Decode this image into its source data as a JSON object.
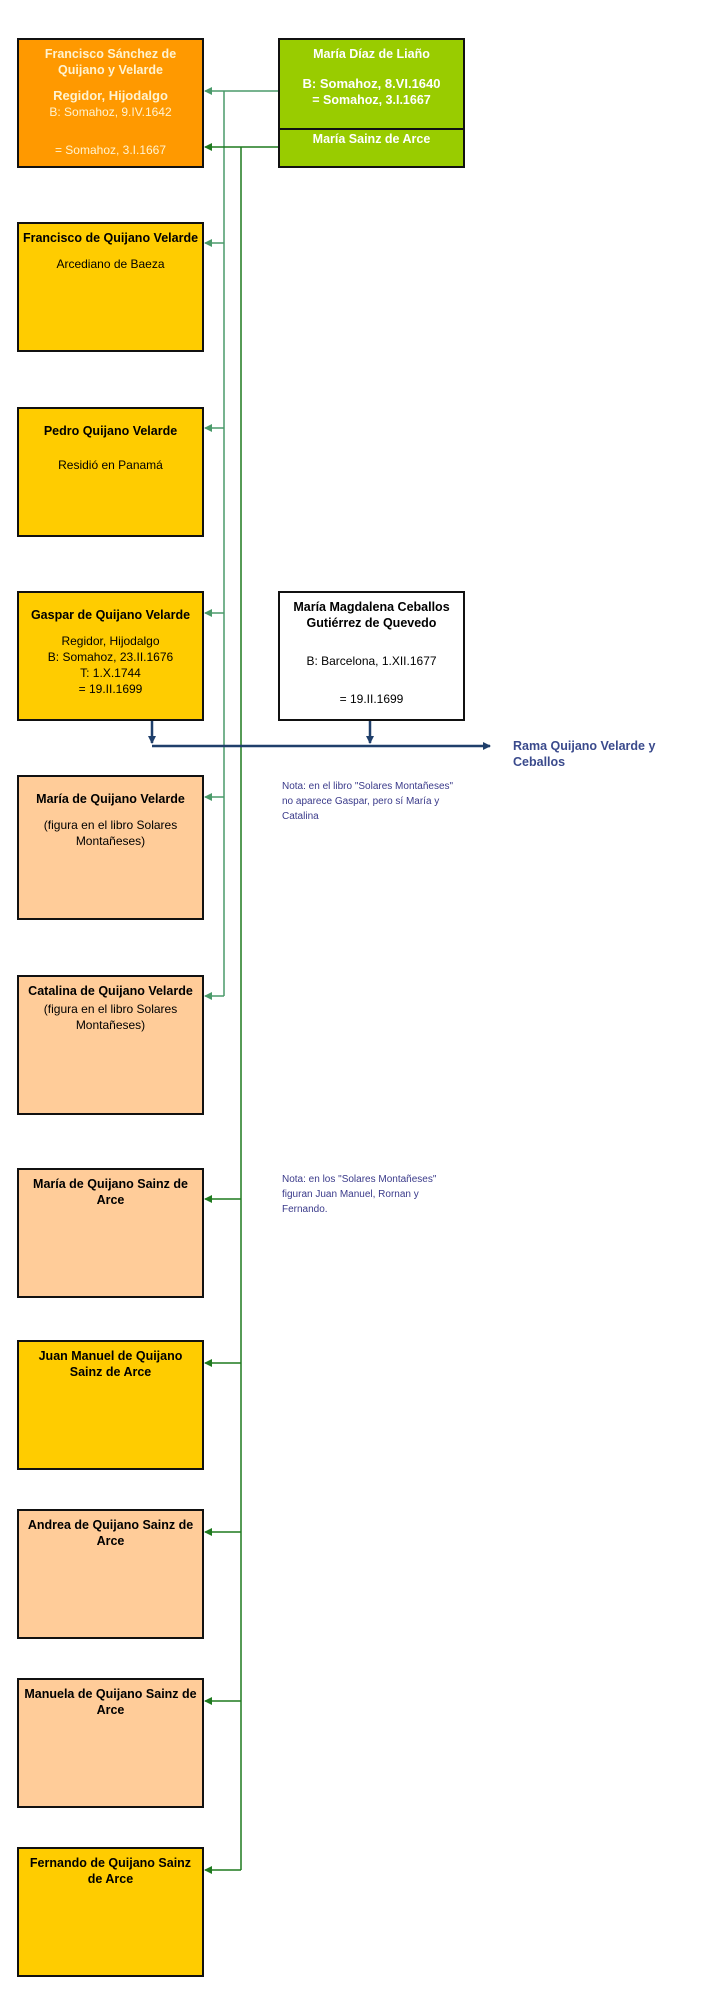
{
  "parents": {
    "father": {
      "name": "Francisco Sánchez de Quijano y Velarde",
      "title": "Regidor, Hijodalgo",
      "birth": "B: Somahoz, 9.IV.1642",
      "marriage": "= Somahoz, 3.I.1667"
    },
    "mother1": {
      "name": "María Díaz de Liaño",
      "birth": "B: Somahoz, 8.VI.1640",
      "marriage": "= Somahoz, 3.I.1667"
    },
    "mother2": {
      "name": "María Sainz de Arce"
    }
  },
  "children": [
    {
      "name": "Francisco de Quijano Velarde",
      "details": [
        "Arcediano de Baeza"
      ]
    },
    {
      "name": "Pedro Quijano Velarde",
      "details": [
        "Residió en Panamá"
      ]
    },
    {
      "name": "Gaspar de Quijano Velarde",
      "details": [
        "Regidor, Hijodalgo",
        "B: Somahoz, 23.II.1676",
        "T: 1.X.1744",
        "= 19.II.1699"
      ]
    },
    {
      "name": "María de Quijano Velarde",
      "details": [
        "(figura en el libro Solares Montañeses)"
      ]
    },
    {
      "name": "Catalina de Quijano Velarde",
      "details": [
        "(figura en el libro Solares Montañeses)"
      ]
    },
    {
      "name": "María de Quijano Sainz de Arce",
      "details": []
    },
    {
      "name": "Juan Manuel de Quijano Sainz de Arce",
      "details": []
    },
    {
      "name": "Andrea de Quijano Sainz de Arce",
      "details": []
    },
    {
      "name": "Manuela de Quijano Sainz de Arce",
      "details": []
    },
    {
      "name": "Fernando de Quijano Sainz de Arce",
      "details": []
    }
  ],
  "spouse": {
    "name": "María Magdalena Ceballos Gutiérrez de Quevedo",
    "birth": "B: Barcelona, 1.XII.1677",
    "marriage": "= 19.II.1699"
  },
  "branch_label": "Rama Quijano Velarde y Ceballos",
  "notes": {
    "note1": "Nota: en el libro \"Solares Montañeses\" no aparece Gaspar, pero sí María y Catalina",
    "note2": "Nota: en los \"Solares Montañeses\" figuran Juan Manuel, Rornan y Fernando."
  },
  "colors": {
    "line_first_marriage": "#4a9a6a",
    "line_second_marriage": "#1f7a1f",
    "line_descendants": "#1f3f6b",
    "father_box": "#ff9900",
    "mother_box": "#99cc00",
    "son_box": "#ffcc00",
    "daughter_box": "#ffcc99"
  }
}
